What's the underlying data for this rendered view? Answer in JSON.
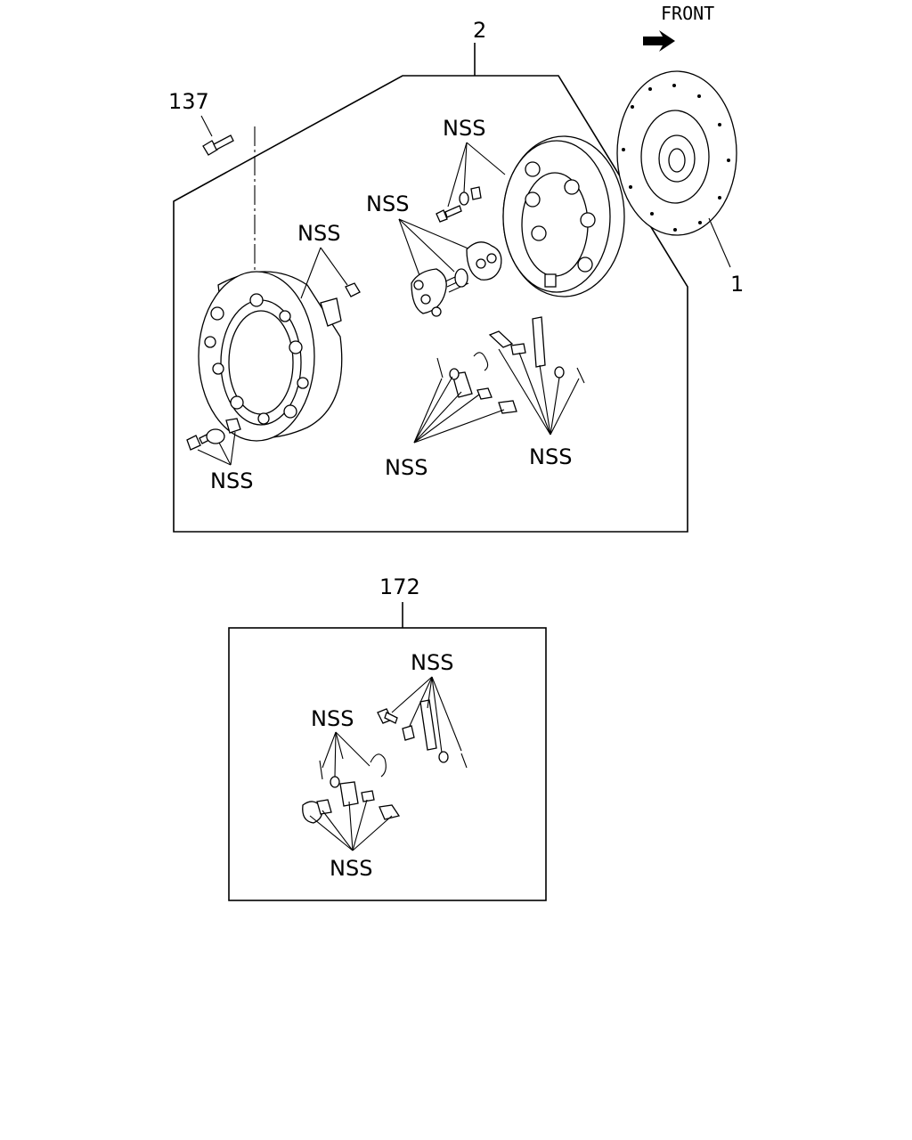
{
  "direction_label": "FRONT",
  "callouts": {
    "assembly_number": "2",
    "bolt_number": "137",
    "disc_number": "1",
    "kit_number": "172"
  },
  "nss_labels": {
    "pressure_plate_bolts": "NSS",
    "springs_and_retainers": "NSS",
    "cover_bracket": "NSS",
    "cover_bolt_nut": "NSS",
    "lever_parts_left": "NSS",
    "lever_parts_right": "NSS",
    "kit_lever_parts": "NSS",
    "kit_spring_parts": "NSS",
    "kit_bolt_parts": "NSS"
  },
  "icons": {
    "front_arrow": "arrow-icon"
  }
}
